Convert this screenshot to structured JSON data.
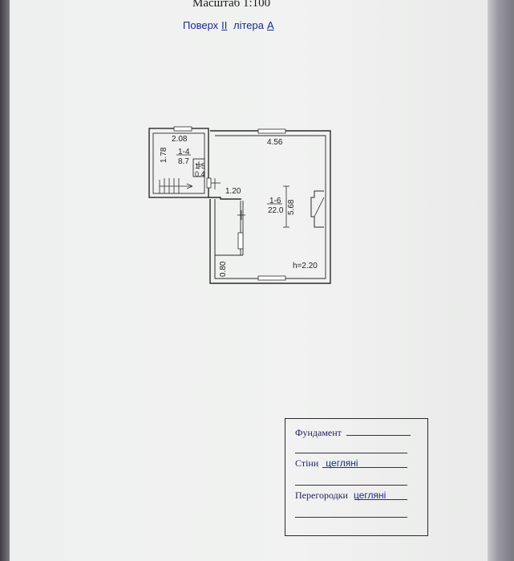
{
  "header": {
    "scale_text": "Масштаб 1:100",
    "floor_label": "Поверх",
    "floor_value": "II",
    "litera_label": "літера",
    "litera_value": "А"
  },
  "plan": {
    "room_small": {
      "width": "2.08",
      "height": "1.78",
      "number": "1-4",
      "area": "8.7"
    },
    "room_tiny": {
      "number": "1-5",
      "area": "0.4"
    },
    "room_main": {
      "width": "4.56",
      "height": "5.68",
      "number": "1-6",
      "area": "22.0",
      "ceiling": "h=2.20"
    },
    "corridor_width": "1.20",
    "niche_width": "0.80"
  },
  "stamp": {
    "foundation_label": "Фундамент",
    "foundation_value": "",
    "walls_label": "Стіни",
    "walls_value": "цегляні",
    "partitions_label": "Перегородки",
    "partitions_value": "цегляні"
  }
}
